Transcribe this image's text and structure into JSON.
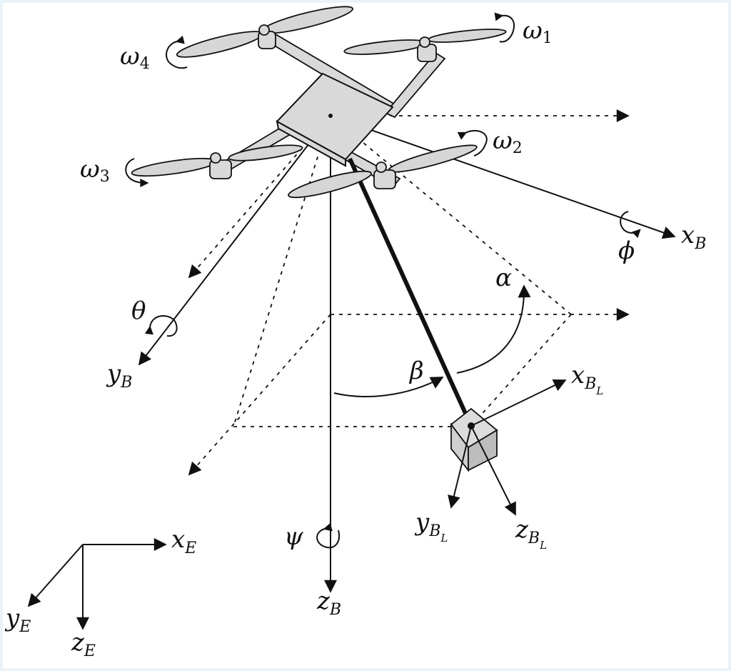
{
  "labels": {
    "omega1": {
      "main": "ω",
      "sub": "1"
    },
    "omega2": {
      "main": "ω",
      "sub": "2"
    },
    "omega3": {
      "main": "ω",
      "sub": "3"
    },
    "omega4": {
      "main": "ω",
      "sub": "4"
    },
    "xB": {
      "main": "x",
      "sub": "B"
    },
    "yB": {
      "main": "y",
      "sub": "B"
    },
    "zB": {
      "main": "z",
      "sub": "B"
    },
    "phi": "ϕ",
    "theta": "θ",
    "psi": "ψ",
    "alpha": "α",
    "beta": "β",
    "xBL": {
      "main": "x",
      "sub": "B",
      "subsub": "L"
    },
    "yBL": {
      "main": "y",
      "sub": "B",
      "subsub": "L"
    },
    "zBL": {
      "main": "z",
      "sub": "B",
      "subsub": "L"
    },
    "xE": {
      "main": "x",
      "sub": "E"
    },
    "yE": {
      "main": "y",
      "sub": "E"
    },
    "zE": {
      "main": "z",
      "sub": "E"
    }
  }
}
